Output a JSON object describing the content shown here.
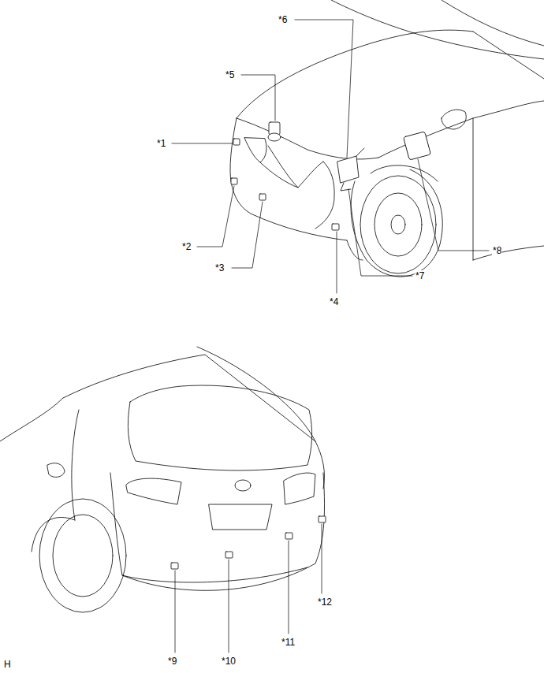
{
  "diagram": {
    "labels": [
      "*1",
      "*2",
      "*3",
      "*4",
      "*5",
      "*6",
      "*7",
      "*8",
      "*9",
      "*10",
      "*11",
      "*12",
      "H"
    ]
  }
}
